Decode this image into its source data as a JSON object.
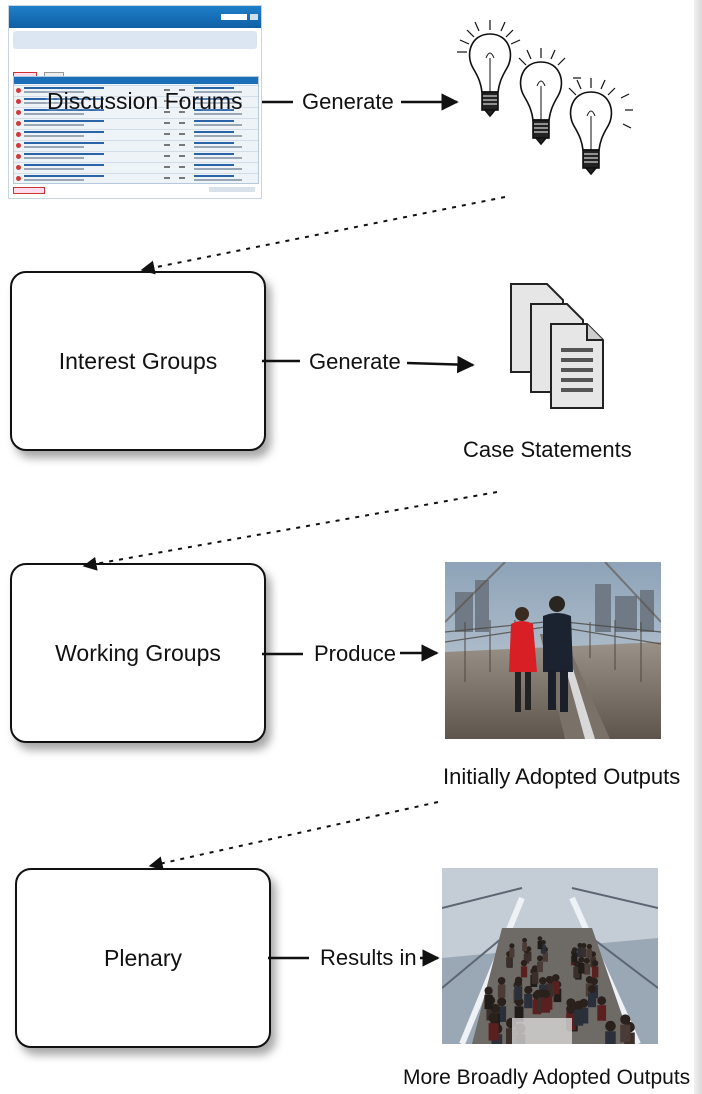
{
  "forum": {
    "label": "Discussion Forums"
  },
  "boxes": {
    "interest_groups": "Interest Groups",
    "working_groups": "Working Groups",
    "plenary": "Plenary"
  },
  "arrows": {
    "generate_1": "Generate",
    "generate_2": "Generate",
    "produce": "Produce",
    "results_in": "Results in"
  },
  "outputs": {
    "case_statements": "Case Statements",
    "initially_adopted": "Initially Adopted Outputs",
    "broadly_adopted": "More Broadly Adopted Outputs"
  },
  "icons": {
    "ideas": "lightbulb-icon",
    "documents": "document-stack-icon"
  },
  "colors": {
    "stroke": "#111111",
    "forum_header": "#1a6fb8",
    "coat_red": "#d81f26"
  }
}
